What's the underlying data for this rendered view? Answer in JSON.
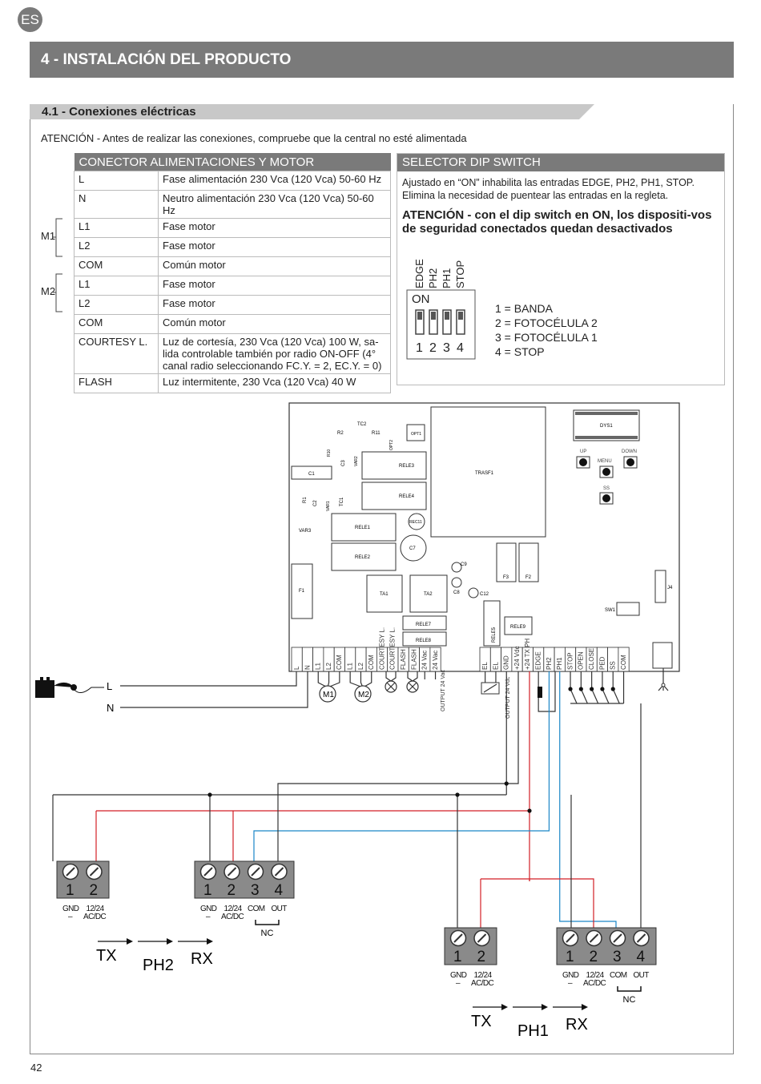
{
  "lang": "ES",
  "chapter_title": "4 - INSTALACIÓN DEL PRODUCTO",
  "section_title": "4.1 - Conexiones eléctricas",
  "warning": "ATENCIÓN - Antes de realizar las conexiones, compruebe que la central no esté alimentada",
  "power_table": {
    "header": "CONECTOR ALIMENTACIONES Y MOTOR",
    "rows": [
      {
        "k": "L",
        "v": "Fase alimentación 230 Vca (120 Vca) 50-60 Hz"
      },
      {
        "k": "N",
        "v": "Neutro alimentación 230 Vca (120 Vca) 50-60 Hz"
      },
      {
        "k": "L1",
        "v": "Fase motor"
      },
      {
        "k": "L2",
        "v": "Fase motor"
      },
      {
        "k": "COM",
        "v": "Común motor"
      },
      {
        "k": "L1",
        "v": "Fase motor"
      },
      {
        "k": "L2",
        "v": "Fase motor"
      },
      {
        "k": "COM",
        "v": "Común motor"
      },
      {
        "k": "COURTESY L.",
        "v": "Luz de cortesía, 230 Vca (120 Vca) 100 W, sa-lida controlable también por radio ON-OFF (4° canal radio seleccionando FC.Y. = 2, EC.Y. = 0)"
      },
      {
        "k": "FLASH",
        "v": "Luz intermitente, 230 Vca (120 Vca) 40 W"
      }
    ],
    "m1": "M1",
    "m2": "M2"
  },
  "dip": {
    "header": "SELECTOR DIP SWITCH",
    "text": "Ajustado en “ON” inhabilita las entradas EDGE, PH2, PH1, STOP. Elimina la necesidad de puentear las entradas en la regleta.",
    "warn": "ATENCIÓN - con el dip switch en ON, los dispositi-vos de seguridad conectados quedan desactivados",
    "switch_labels": [
      "EDGE",
      "PH2",
      "PH1",
      "STOP"
    ],
    "on_label": "ON",
    "numbers": [
      "1",
      "2",
      "3",
      "4"
    ],
    "legend": [
      "1 = BANDA",
      "2 = FOTOCÉLULA 2",
      "3 = FOTOCÉLULA 1",
      "4 = STOP"
    ]
  },
  "board": {
    "components": [
      "TC2",
      "R2",
      "R11",
      "OPT1",
      "OPT2",
      "R10",
      "C3",
      "VAR2",
      "RELE3",
      "RELE4",
      "TRASF1",
      "DYS1",
      "UP",
      "MENU",
      "DOWN",
      "SS",
      "C1",
      "R1",
      "C2",
      "VAR1",
      "TC1",
      "VAR3",
      "RELE1",
      "RELE2",
      "REC11",
      "C7",
      "C9",
      "C8",
      "C12",
      "F3",
      "F2",
      "F1",
      "TA1",
      "TA2",
      "J4",
      "SW1",
      "RELE7",
      "RELE8",
      "RELE5",
      "RELE9"
    ],
    "terminals_left": [
      "L",
      "N",
      "L1",
      "L2",
      "COM",
      "L1",
      "L2",
      "COM",
      "COURTESY L.",
      "COURTESY L.",
      "FLASH",
      "FLASH",
      "24 Vac",
      "24 Vac"
    ],
    "terminals_right": [
      "EL",
      "EL",
      "GND",
      "+24 Vdc",
      "+24 TX PH",
      "EDGE",
      "PH2",
      "PH1",
      "STOP",
      "OPEN",
      "CLOSE",
      "PED",
      "SS",
      "COM"
    ],
    "mains_l": "L",
    "mains_n": "N",
    "m1": "M1",
    "m2": "M2",
    "output_24vac": "OUTPUT 24 Vac",
    "output_24vdc": "OUTPUT 24 Vdc"
  },
  "photocells": {
    "ph2": {
      "tx_nums": [
        "1",
        "2"
      ],
      "rx_nums": [
        "1",
        "2",
        "3",
        "4"
      ],
      "tx_labels": [
        "GND",
        "12/24"
      ],
      "tx_sub": [
        "–",
        "AC/DC"
      ],
      "rx_labels": [
        "GND",
        "12/24",
        "COM",
        "OUT"
      ],
      "rx_sub": [
        "–",
        "AC/DC"
      ],
      "nc": "NC",
      "tx": "TX",
      "name": "PH2",
      "rx": "RX"
    },
    "ph1": {
      "tx_nums": [
        "1",
        "2"
      ],
      "rx_nums": [
        "1",
        "2",
        "3",
        "4"
      ],
      "tx_labels": [
        "GND",
        "12/24"
      ],
      "tx_sub": [
        "–",
        "AC/DC"
      ],
      "rx_labels": [
        "GND",
        "12/24",
        "COM",
        "OUT"
      ],
      "rx_sub": [
        "–",
        "AC/DC"
      ],
      "nc": "NC",
      "tx": "TX",
      "name": "PH1",
      "rx": "RX"
    }
  },
  "page_number": "42"
}
